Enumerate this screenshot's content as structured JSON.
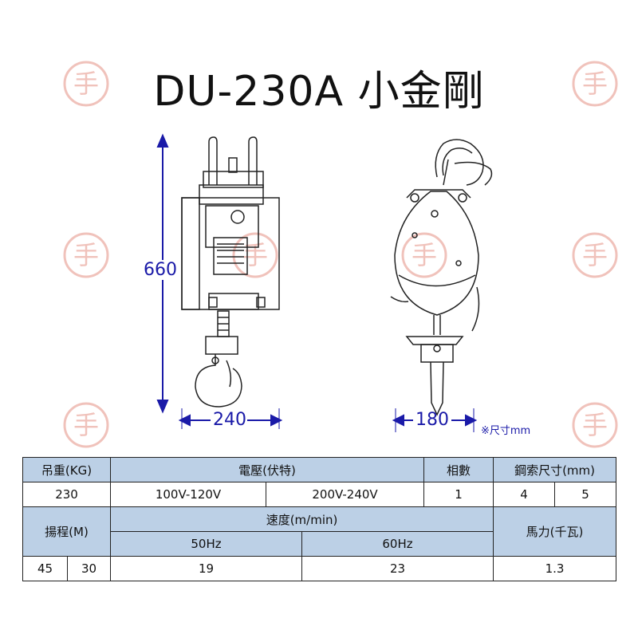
{
  "title": "DU-230A 小金剛",
  "watermark_glyph": "手",
  "drawing": {
    "height_label": "660",
    "width_label_front": "240",
    "width_label_side": "180",
    "unit_note": "※尺寸mm",
    "dimension_color": "#1a1aa8"
  },
  "table": {
    "header_color": "#bcd0e6",
    "h_load": "吊重(KG)",
    "h_voltage": "電壓(伏特)",
    "h_phase": "相數",
    "h_rope": "鋼索尺寸(mm)",
    "v_load": "230",
    "v_volt1": "100V-120V",
    "v_volt2": "200V-240V",
    "v_phase": "1",
    "v_rope1": "4",
    "v_rope2": "5",
    "h_lift": "揚程(M)",
    "h_speed": "速度(m/min)",
    "h_power": "馬力(千瓦)",
    "h_50hz": "50Hz",
    "h_60hz": "60Hz",
    "v_lift1": "45",
    "v_lift2": "30",
    "v_speed50": "19",
    "v_speed60": "23",
    "v_power": "1.3"
  }
}
